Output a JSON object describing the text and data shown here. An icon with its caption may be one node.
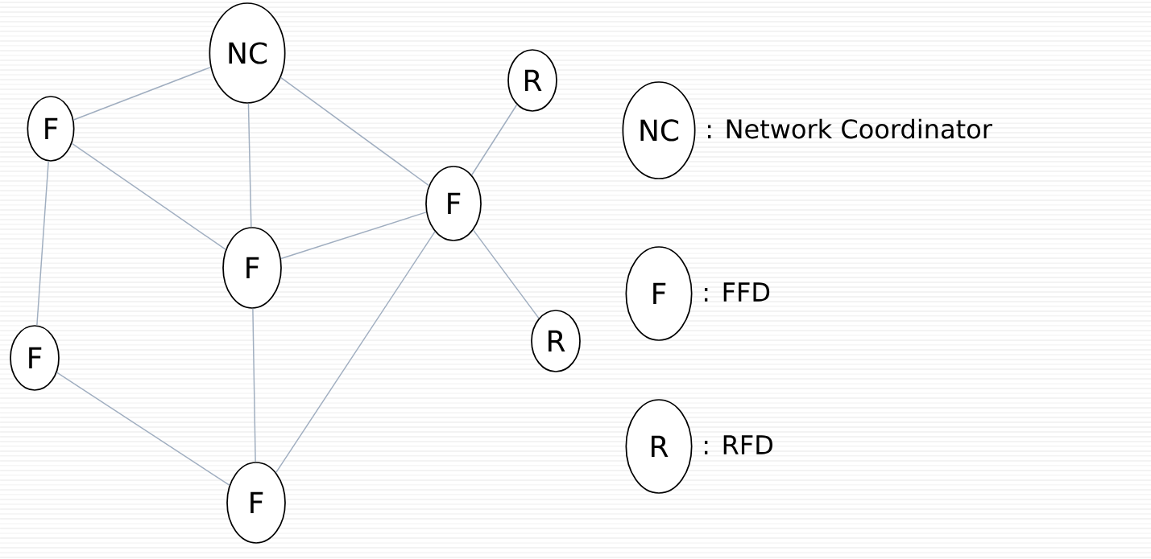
{
  "diagram": {
    "nodes": [
      {
        "text": [
          "NC"
        ]
      },
      {
        "text": [
          "R"
        ]
      },
      {
        "text": [
          "F"
        ]
      },
      {
        "text": [
          "F"
        ]
      },
      {
        "text": [
          "F"
        ]
      },
      {
        "text": [
          "R"
        ]
      },
      {
        "text": [
          "F"
        ]
      },
      {
        "text": [
          "F"
        ]
      },
      {
        "text": [
          "NC"
        ],
        "beside": [
          ": Network Coordinator"
        ]
      },
      {
        "text": [
          "F"
        ],
        "beside": [
          ": FFD"
        ]
      },
      {
        "text": [
          "R"
        ],
        "beside": [
          ": RFD"
        ]
      }
    ],
    "edges": [
      {
        "from": 0,
        "to": 2,
        "arrow": "none"
      },
      {
        "from": 0,
        "to": 4,
        "arrow": "none"
      },
      {
        "from": 0,
        "to": 3,
        "arrow": "none"
      },
      {
        "from": 1,
        "to": 3,
        "arrow": "none"
      },
      {
        "from": 2,
        "to": 4,
        "arrow": "none"
      },
      {
        "from": 2,
        "to": 6,
        "arrow": "none"
      },
      {
        "from": 4,
        "to": 3,
        "arrow": "none"
      },
      {
        "from": 3,
        "to": 5,
        "arrow": "none"
      },
      {
        "from": 3,
        "to": 7,
        "arrow": "none"
      },
      {
        "from": 4,
        "to": 7,
        "arrow": "none"
      },
      {
        "from": 6,
        "to": 7,
        "arrow": "none"
      }
    ]
  }
}
